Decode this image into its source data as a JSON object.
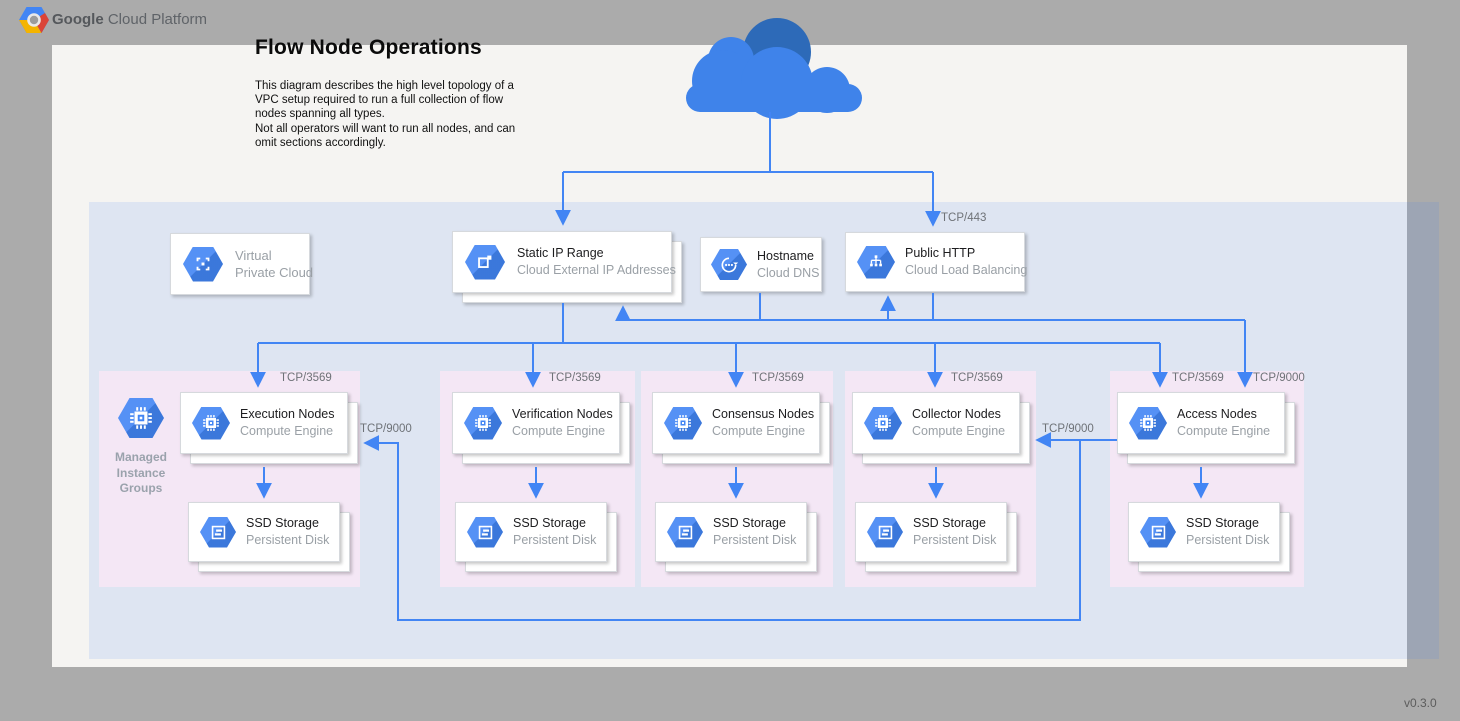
{
  "header": {
    "brand_bold": "Google",
    "brand_rest": " Cloud Platform"
  },
  "title": "Flow Node Operations",
  "description": "This diagram describes the high level topology of a\nVPC setup required to run a full collection of flow\nnodes spanning all types.\nNot all operators will want to run all nodes, and can\nomit sections accordingly.",
  "version": "v0.3.0",
  "colors": {
    "accent_blue": "#4285f4",
    "page_bg": "#ababab",
    "canvas_bg": "#f5f4f2",
    "vpc_region_tint": "rgba(66,133,244,0.13)",
    "group_bg": "#f4e7f5",
    "cloud_light": "#3f83ea",
    "cloud_dark": "#2d6ab8"
  },
  "icons": {
    "logo": "gcp-hexagon-logo",
    "internet": "cloud-icon",
    "vpc": "vpc-icon",
    "static_ip": "external-ip-icon",
    "dns": "cloud-dns-icon",
    "lb": "load-balancing-icon",
    "compute": "compute-engine-icon",
    "disk": "persistent-disk-icon",
    "mig": "managed-instance-groups-icon"
  },
  "vpc_box": {
    "line1": "Virtual",
    "line2": "Private Cloud"
  },
  "services": [
    {
      "title": "Static IP Range",
      "subtitle": "Cloud External IP Addresses"
    },
    {
      "title": "Hostname",
      "subtitle": "Cloud DNS"
    },
    {
      "title": "Public HTTP",
      "subtitle": "Cloud Load Balancing"
    }
  ],
  "edge_labels": {
    "lb_ingress": "TCP/443",
    "exec_peer": "TCP/9000",
    "collector_peer": "TCP/9000"
  },
  "mig": {
    "label": "Managed Instance Groups"
  },
  "groups": [
    {
      "name": "Execution Nodes",
      "platform": "Compute Engine",
      "port": "TCP/3569",
      "storage": {
        "name": "SSD Storage",
        "platform": "Persistent Disk"
      }
    },
    {
      "name": "Verification Nodes",
      "platform": "Compute Engine",
      "port": "TCP/3569",
      "storage": {
        "name": "SSD Storage",
        "platform": "Persistent Disk"
      }
    },
    {
      "name": "Consensus Nodes",
      "platform": "Compute Engine",
      "port": "TCP/3569",
      "storage": {
        "name": "SSD Storage",
        "platform": "Persistent Disk"
      }
    },
    {
      "name": "Collector Nodes",
      "platform": "Compute Engine",
      "port": "TCP/3569",
      "storage": {
        "name": "SSD Storage",
        "platform": "Persistent Disk"
      }
    },
    {
      "name": "Access Nodes",
      "platform": "Compute Engine",
      "port": "TCP/3569",
      "port2": "TCP/9000",
      "storage": {
        "name": "SSD Storage",
        "platform": "Persistent Disk"
      }
    }
  ]
}
